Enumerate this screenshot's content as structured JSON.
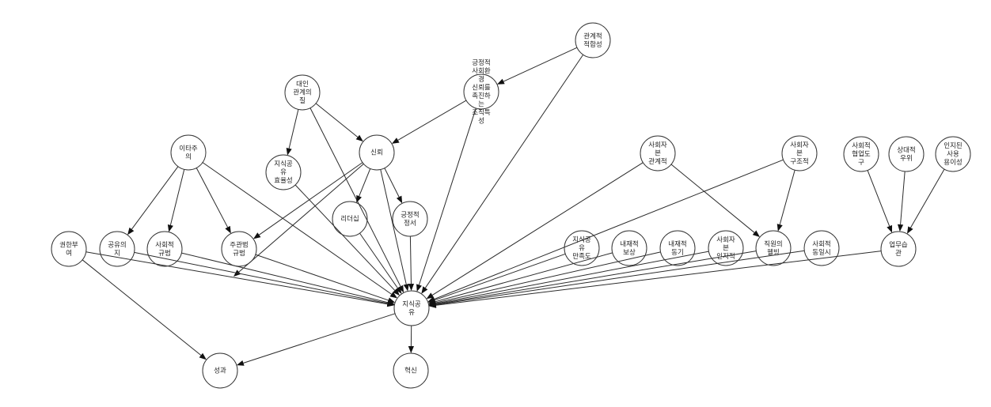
{
  "diagram": {
    "title": "",
    "colors": {
      "stroke": "#333333",
      "text": "#222222",
      "arrow": "#111111",
      "background": "#ffffff"
    }
  },
  "nodes": [
    {
      "id": "relational_fit",
      "label": [
        "관계적",
        "적합성"
      ]
    },
    {
      "id": "org_traits",
      "label": [
        "긍정적",
        "사회환",
        "경",
        "신뢰를",
        "촉진하",
        "는",
        "조직특",
        "성"
      ]
    },
    {
      "id": "interpersonal",
      "label": [
        "대인",
        "관계의",
        "질"
      ]
    },
    {
      "id": "trust",
      "label": [
        "신뢰"
      ]
    },
    {
      "id": "altruism",
      "label": [
        "이타주",
        "의"
      ]
    },
    {
      "id": "ks_efficiency",
      "label": [
        "지식공",
        "유",
        "효율성"
      ]
    },
    {
      "id": "leadership",
      "label": [
        "리더십"
      ]
    },
    {
      "id": "positive_emotion",
      "label": [
        "긍정적",
        "정서"
      ]
    },
    {
      "id": "empowerment",
      "label": [
        "권한부",
        "여"
      ]
    },
    {
      "id": "willingness",
      "label": [
        "공유의",
        "지"
      ]
    },
    {
      "id": "social_norm",
      "label": [
        "사회적",
        "규범"
      ]
    },
    {
      "id": "subjective_norm",
      "label": [
        "주관범",
        "규범"
      ]
    },
    {
      "id": "knowledge_sharing",
      "label": [
        "지식공",
        "유"
      ]
    },
    {
      "id": "performance",
      "label": [
        "성과"
      ]
    },
    {
      "id": "innovation",
      "label": [
        "혁신"
      ]
    },
    {
      "id": "sc_relational",
      "label": [
        "사회자",
        "본",
        "관계적"
      ]
    },
    {
      "id": "sc_structural",
      "label": [
        "사회자",
        "본",
        "구조적"
      ]
    },
    {
      "id": "collab_tools",
      "label": [
        "사회적",
        "협업도",
        "구"
      ]
    },
    {
      "id": "relative_adv",
      "label": [
        "상대적",
        "우위"
      ]
    },
    {
      "id": "ease_of_use",
      "label": [
        "인지된",
        "사용",
        "용이성"
      ]
    },
    {
      "id": "ks_satisfaction",
      "label": [
        "지식공",
        "유",
        "만족도"
      ]
    },
    {
      "id": "intrinsic_reward",
      "label": [
        "내재적",
        "보상"
      ]
    },
    {
      "id": "intrinsic_motivation",
      "label": [
        "내재적",
        "동기"
      ]
    },
    {
      "id": "sc_cognitive",
      "label": [
        "사회자",
        "본",
        "인지적"
      ]
    },
    {
      "id": "wellbeing",
      "label": [
        "직원의",
        "웰빙"
      ]
    },
    {
      "id": "social_identification",
      "label": [
        "사회적",
        "동일시"
      ]
    },
    {
      "id": "work_habit",
      "label": [
        "업무습",
        "관"
      ]
    }
  ],
  "edges": [
    {
      "from": "relational_fit",
      "to": "org_traits"
    },
    {
      "from": "relational_fit",
      "to": "knowledge_sharing"
    },
    {
      "from": "org_traits",
      "to": "trust"
    },
    {
      "from": "org_traits",
      "to": "knowledge_sharing"
    },
    {
      "from": "interpersonal",
      "to": "ks_efficiency"
    },
    {
      "from": "interpersonal",
      "to": "trust"
    },
    {
      "from": "interpersonal",
      "to": "knowledge_sharing"
    },
    {
      "from": "trust",
      "to": "subjective_norm"
    },
    {
      "from": "trust",
      "to": ""
    },
    {
      "from": "trust",
      "to": "leadership"
    },
    {
      "from": "trust",
      "to": "positive_emotion"
    },
    {
      "from": "trust",
      "to": "knowledge_sharing"
    },
    {
      "from": "altruism",
      "to": "willingness"
    },
    {
      "from": "altruism",
      "to": "social_norm"
    },
    {
      "from": "altruism",
      "to": "subjective_norm"
    },
    {
      "from": "altruism",
      "to": "knowledge_sharing"
    },
    {
      "from": "ks_efficiency",
      "to": "knowledge_sharing"
    },
    {
      "from": "leadership",
      "to": "knowledge_sharing"
    },
    {
      "from": "positive_emotion",
      "to": "knowledge_sharing"
    },
    {
      "from": "empowerment",
      "to": "knowledge_sharing"
    },
    {
      "from": "empowerment",
      "to": "performance"
    },
    {
      "from": "willingness",
      "to": "knowledge_sharing"
    },
    {
      "from": "social_norm",
      "to": "knowledge_sharing"
    },
    {
      "from": "subjective_norm",
      "to": "knowledge_sharing"
    },
    {
      "from": "sc_relational",
      "to": "knowledge_sharing"
    },
    {
      "from": "sc_relational",
      "to": "wellbeing"
    },
    {
      "from": "sc_structural",
      "to": "knowledge_sharing"
    },
    {
      "from": "sc_structural",
      "to": "wellbeing"
    },
    {
      "from": "ks_satisfaction",
      "to": "knowledge_sharing"
    },
    {
      "from": "intrinsic_reward",
      "to": "knowledge_sharing"
    },
    {
      "from": "intrinsic_motivation",
      "to": "knowledge_sharing"
    },
    {
      "from": "sc_cognitive",
      "to": "knowledge_sharing"
    },
    {
      "from": "wellbeing",
      "to": "knowledge_sharing"
    },
    {
      "from": "social_identification",
      "to": "knowledge_sharing"
    },
    {
      "from": "work_habit",
      "to": "knowledge_sharing"
    },
    {
      "from": "collab_tools",
      "to": "work_habit"
    },
    {
      "from": "relative_adv",
      "to": "work_habit"
    },
    {
      "from": "ease_of_use",
      "to": "work_habit"
    },
    {
      "from": "knowledge_sharing",
      "to": "performance"
    },
    {
      "from": "knowledge_sharing",
      "to": "innovation"
    }
  ]
}
